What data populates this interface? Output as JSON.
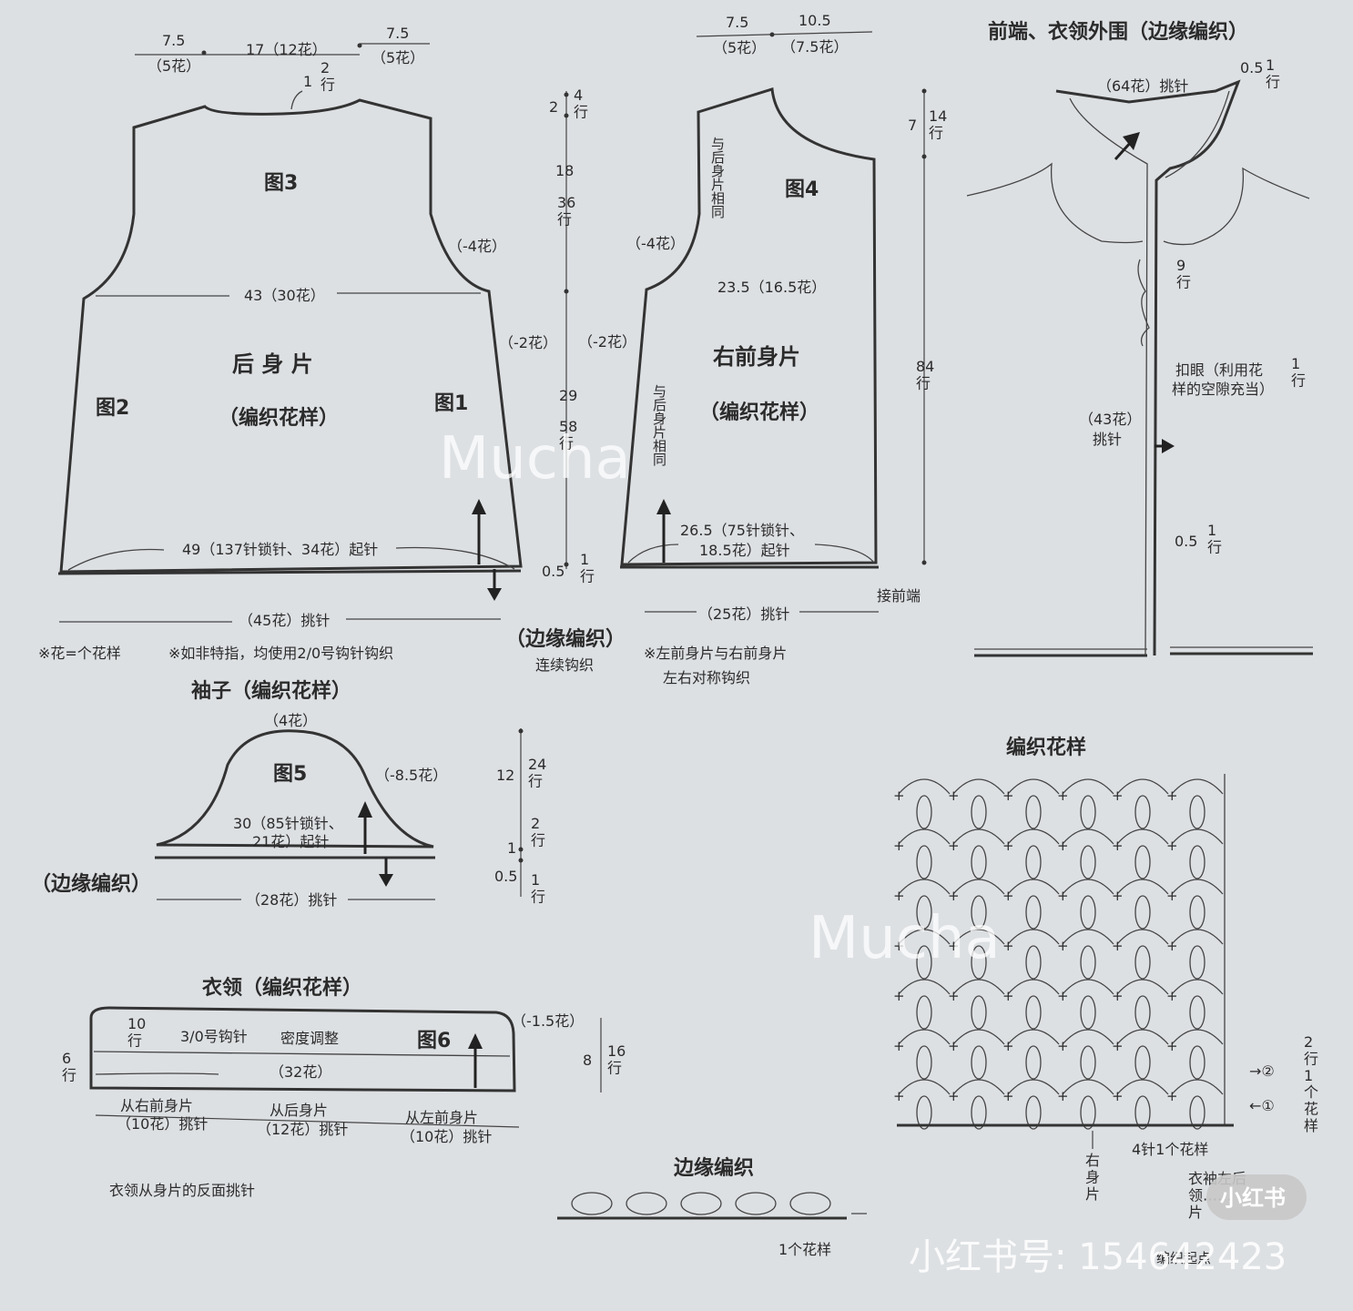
{
  "back": {
    "w1": "7.5",
    "w1b": "（5花）",
    "w2": "17（12花）",
    "w3": "7.5",
    "w3b": "（5花）",
    "neck_dim": "1",
    "neck_rows": "2\n行",
    "fig3": "图3",
    "fig2": "图2",
    "fig1": "图1",
    "armhole": "（-4花）",
    "bust": "43（30花）",
    "title": "后 身 片",
    "sub": "（编织花样）",
    "start": "49（137针锁针、34花）起针",
    "pickup": "（45花）挑针",
    "dec_side": "（-2花）"
  },
  "mid_dims": {
    "d1": "2",
    "r1": "4\n行",
    "d2": "18",
    "r2": "36\n行",
    "d3": "29",
    "r3": "58\n行",
    "d4": "0.5",
    "r4": "1\n行"
  },
  "front": {
    "w1": "7.5",
    "w1b": "（5花）",
    "w2": "10.5",
    "w2b": "（7.5花）",
    "same1": "与后身片相同",
    "fig4": "图4",
    "armhole": "（-4花）",
    "bust": "23.5（16.5花）",
    "dec_side": "（-2花）",
    "title": "右前身片",
    "sub": "（编织花样）",
    "same2": "与后身片相同",
    "start1": "26.5（75针锁针、",
    "start2": "18.5花）起针",
    "pickup": "（25花）挑针",
    "join": "接前端",
    "h1": "7",
    "hr1": "14\n行",
    "hr2": "84\n行"
  },
  "edging_label": {
    "title": "（边缘编织）",
    "sub": "连续钩织"
  },
  "notes": {
    "n1": "※花=个花样",
    "n2": "※如非特指，均使用2/0号钩针钩织",
    "n3": "※左前身片与右前身片",
    "n4": "左右对称钩织"
  },
  "collar_outer": {
    "title": "前端、衣领外围（边缘编织）",
    "pick64": "（64花）挑针",
    "d05a": "0.5",
    "r1a": "1\n行",
    "r9": "9\n行",
    "button1": "扣眼（利用花",
    "button2": "样的空隙充当）",
    "r1b": "1\n行",
    "pick43a": "（43花）",
    "pick43b": "挑针",
    "d05b": "0.5",
    "r1c": "1\n行"
  },
  "sleeve": {
    "title": "袖子（编织花样）",
    "top": "（4花）",
    "fig5": "图5",
    "dec": "（-8.5花）",
    "start1": "30（85针锁针、",
    "start2": "21花）起针",
    "edging": "（边缘编织）",
    "pickup": "（28花）挑针",
    "h12": "12",
    "r24": "24\n行",
    "h1": "1",
    "r2": "2\n行",
    "h05": "0.5",
    "r1": "1\n行"
  },
  "collar": {
    "title": "衣领（编织花样）",
    "r10": "10\n行",
    "hook": "3/0号钩针",
    "gauge": "密度调整",
    "fig6": "图6",
    "dec": "（-1.5花）",
    "count": "（32花）",
    "r6": "6\n行",
    "h8": "8",
    "r16": "16\n行",
    "p1a": "从右前身片",
    "p1b": "（10花）挑针",
    "p2a": "从后身片",
    "p2b": "（12花）挑针",
    "p3a": "从左前身片",
    "p3b": "（10花）挑针",
    "note": "衣领从身片的反面挑针"
  },
  "pattern": {
    "title": "编织花样",
    "row2": "→②",
    "row1": "←①",
    "repeat": "2\n行\n1\n个\n花\n样",
    "st4": "4针1个花样",
    "right": "右\n身\n片",
    "sleeve_note": "衣袖左后\n领……\n片"
  },
  "edging": {
    "title": "边缘编织",
    "one": "1个花样"
  },
  "watermarks": {
    "wm1": "Mucha",
    "wm2": "Mucha",
    "brand": "小红书",
    "id": "小红书号: 154642423",
    "bottom": "编织起点"
  },
  "colors": {
    "paper": "#dde0e3",
    "ink": "#2b2b2b"
  }
}
